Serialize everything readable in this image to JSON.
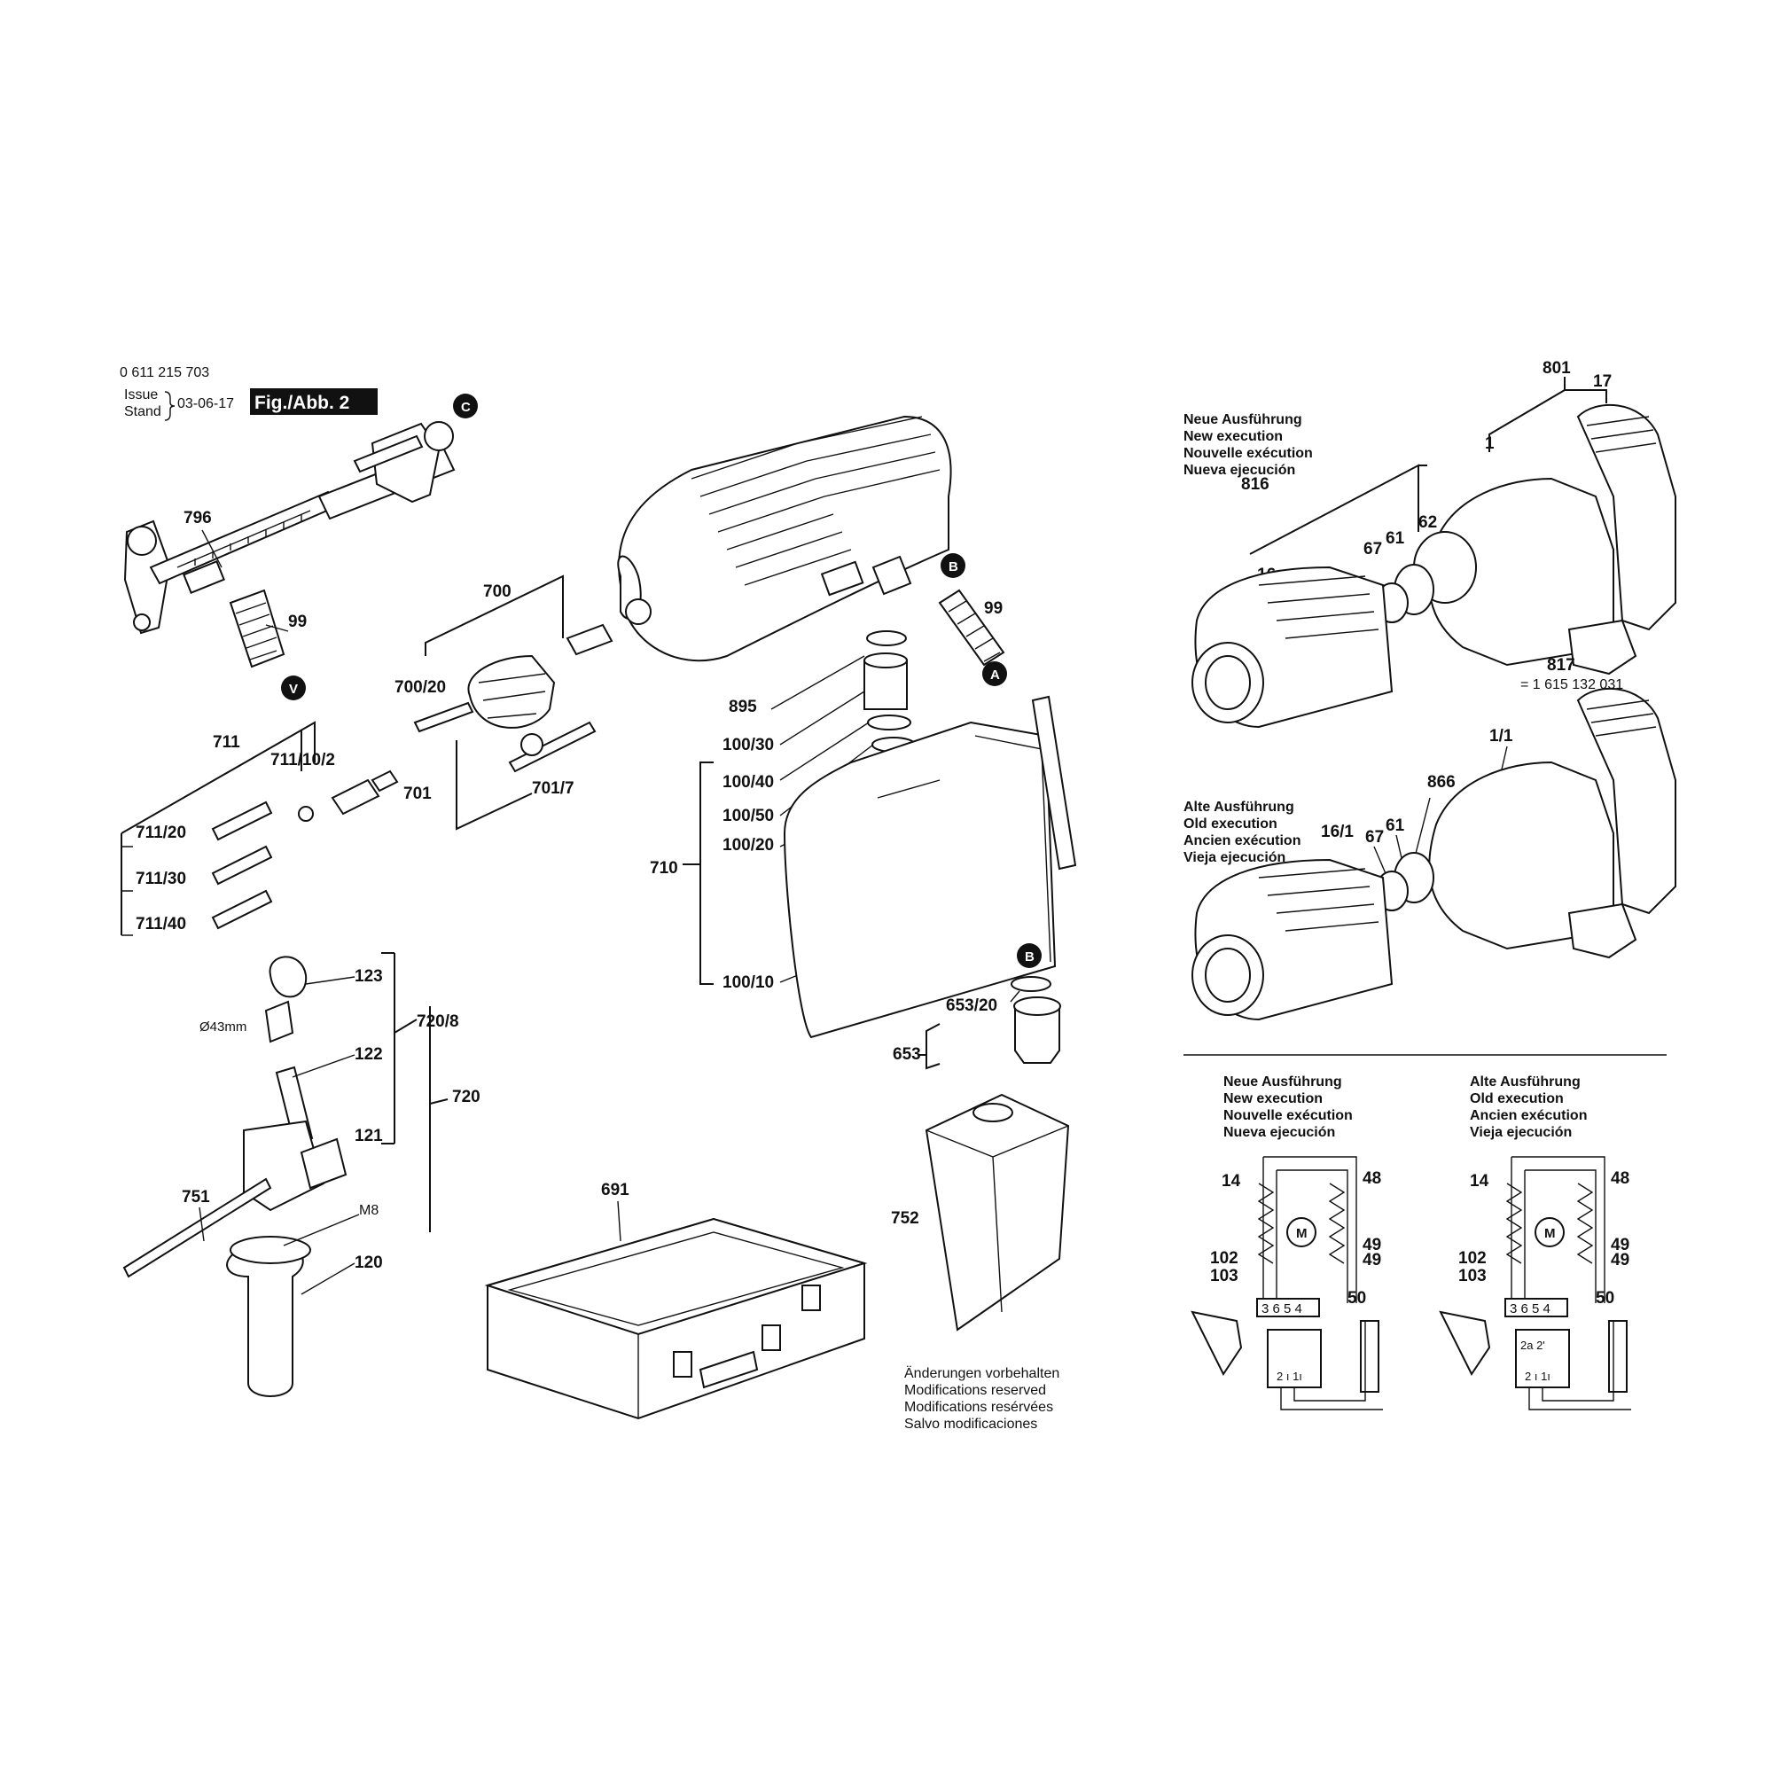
{
  "header": {
    "part_number": "0 611 215 703",
    "issue_label": "Issue",
    "stand_label": "Stand",
    "issue_date": "03-06-17",
    "figure_label": "Fig./Abb. 2"
  },
  "markers": {
    "A": "A",
    "B": "B",
    "C": "C",
    "V": "V"
  },
  "part_labels": {
    "p796": "796",
    "p99a": "99",
    "p700": "700",
    "p70020": "700/20",
    "p701": "701",
    "p7017": "701/7",
    "p99b": "99",
    "p895": "895",
    "p10030": "100/30",
    "p10040": "100/40",
    "p10050": "100/50",
    "p710": "710",
    "p10020": "100/20",
    "p10010": "100/10",
    "p711": "711",
    "p711102": "711/10/2",
    "p71120": "711/20",
    "p71130": "711/30",
    "p71140": "711/40",
    "p123": "123",
    "p43mm": "Ø43mm",
    "p7208": "720/8",
    "p122": "122",
    "p720": "720",
    "p121": "121",
    "p751": "751",
    "pM8": "M8",
    "p120": "120",
    "p691": "691",
    "p65320": "653/20",
    "p653": "653",
    "p752": "752",
    "p801": "801",
    "p17": "17",
    "p1": "1",
    "p816": "816",
    "p67a": "67",
    "p61a": "61",
    "p62": "62",
    "p16": "16",
    "p817": "817",
    "p817num": "= 1 615 132 031",
    "p11": "1/1",
    "p67b": "67",
    "p61b": "61",
    "p866": "866",
    "p161": "16/1"
  },
  "new_execution": [
    "Neue Ausführung",
    "New execution",
    "Nouvelle exécution",
    "Nueva ejecución"
  ],
  "old_execution": [
    "Alte Ausführung",
    "Old execution",
    "Ancien exécution",
    "Vieja ejecución"
  ],
  "wiring_new": {
    "title": [
      "Neue Ausführung",
      "New execution",
      "Nouvelle exécution",
      "Nueva ejecución"
    ],
    "l14": "14",
    "l48": "48",
    "l49a": "49",
    "l49b": "49",
    "l102": "102",
    "l103": "103",
    "l50": "50",
    "terminals": "3 6 5 4",
    "switch": "2 ı 1ı",
    "motor": "M"
  },
  "wiring_old": {
    "title": [
      "Alte Ausführung",
      "Old execution",
      "Ancien exécution",
      "Vieja ejecución"
    ],
    "l14": "14",
    "l48": "48",
    "l49a": "49",
    "l49b": "49",
    "l102": "102",
    "l103": "103",
    "l50": "50",
    "terminals": "3 6 5 4",
    "switch_top": "2a 2'",
    "switch": "2 ı 1ı",
    "motor": "M"
  },
  "modifications": [
    "Änderungen vorbehalten",
    "Modifications reserved",
    "Modifications resérvées",
    "Salvo modificaciones"
  ]
}
